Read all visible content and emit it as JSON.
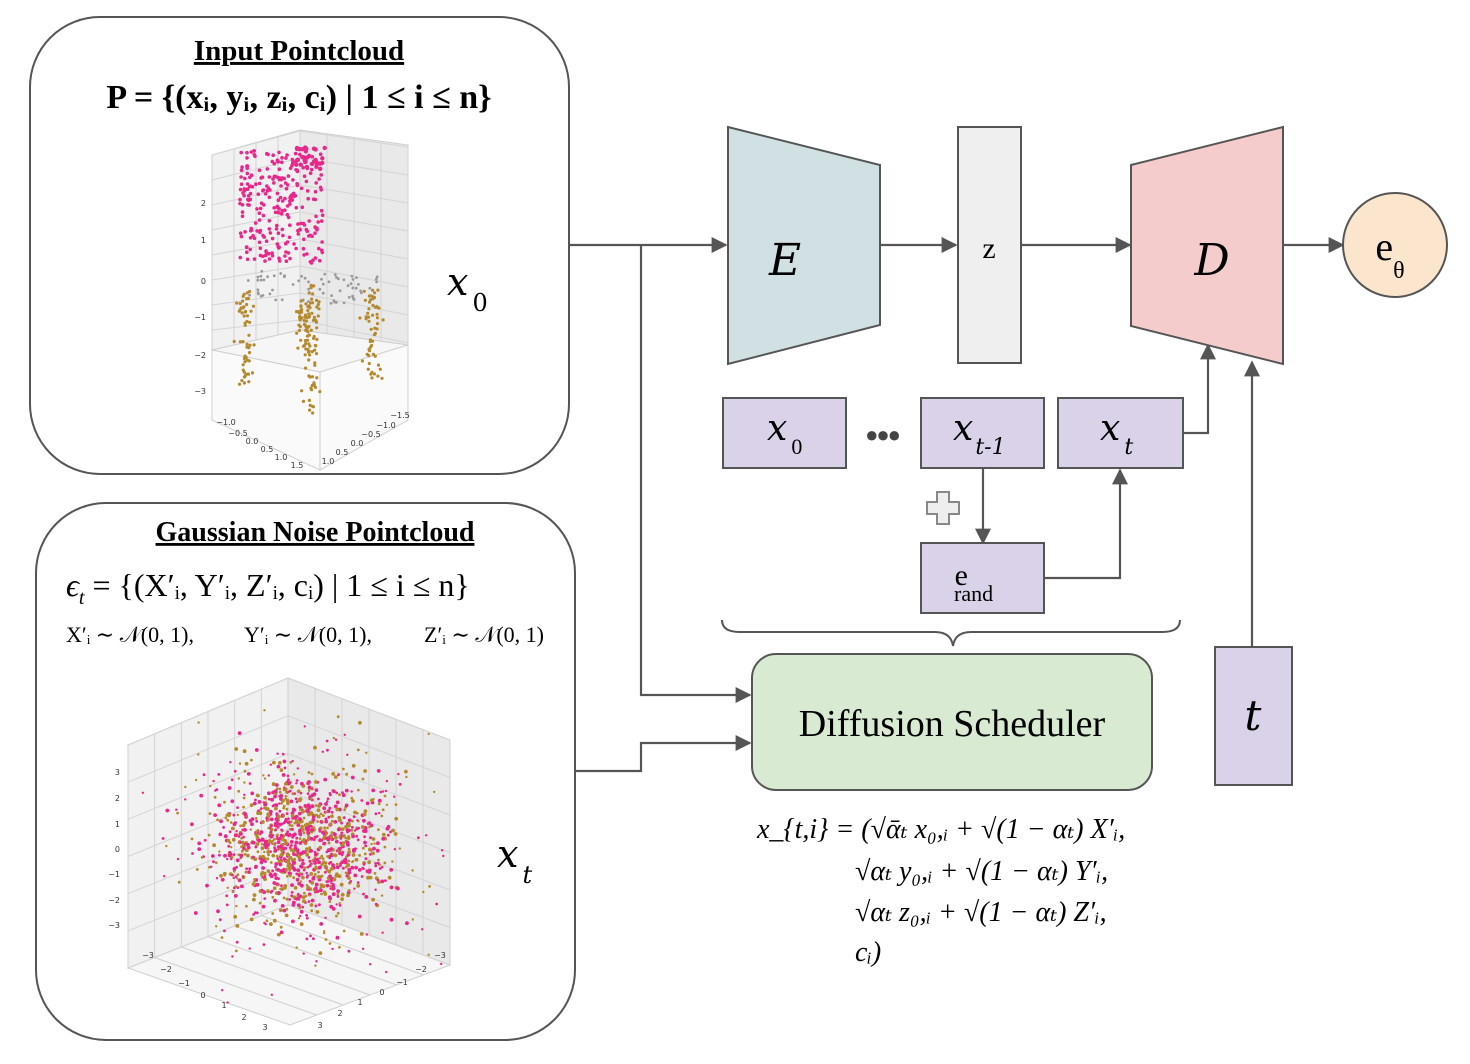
{
  "input_panel": {
    "title": "Input Pointcloud",
    "formula": "P = {(xᵢ, yᵢ, zᵢ, cᵢ) | 1 ≤ i ≤ n}",
    "label_var": "x",
    "label_sub": "0",
    "z_ticks": [
      "2",
      "1",
      "0",
      "−1",
      "−2",
      "−3"
    ],
    "x_ticks": [
      "−1.0",
      "−0.5",
      "0.0",
      "0.5",
      "1.0",
      "1.5"
    ],
    "y_ticks": [
      "−1.5",
      "−1.0",
      "−0.5",
      "0.0",
      "0.5",
      "1.0"
    ]
  },
  "noise_panel": {
    "title": "Gaussian Noise Pointcloud",
    "formula_eps": "ϵ",
    "formula_eps_sub": "t",
    "formula_rest": " = {(X′ᵢ, Y′ᵢ, Z′ᵢ, cᵢ) | 1 ≤ i ≤ n}",
    "dist1": "X′ᵢ ∼ 𝒩(0, 1),",
    "dist2": "Y′ᵢ ∼ 𝒩(0, 1),",
    "dist3": "Z′ᵢ ∼ 𝒩(0, 1)",
    "label_var": "x",
    "label_sub": "t",
    "z_ticks": [
      "3",
      "2",
      "1",
      "0",
      "−1",
      "−2",
      "−3"
    ],
    "x_ticks": [
      "−3",
      "−2",
      "−1",
      "0",
      "1",
      "2",
      "3"
    ],
    "y_ticks": [
      "−3",
      "−2",
      "−1",
      "0",
      "1",
      "2",
      "3"
    ]
  },
  "blocks": {
    "encoder": "E",
    "latent": "z",
    "decoder": "D",
    "output_main": "e",
    "output_sub": "θ",
    "x0_var": "x",
    "x0_sub": "0",
    "ellipsis": "●●●",
    "xt1_var": "x",
    "xt1_sub": "t-1",
    "xt_var": "x",
    "xt_sub": "t",
    "erand_main": "e",
    "erand_sub": "rand",
    "plus": "✚",
    "scheduler": "Diffusion Scheduler",
    "timestep": "t"
  },
  "scheduler_formula": [
    "x_{t,i} = (√ᾱₜ x₀,ᵢ + √(1 − αₜ) X′ᵢ,",
    "√αₜ y₀,ᵢ + √(1 − αₜ) Y′ᵢ,",
    "√αₜ z₀,ᵢ + √(1 − αₜ) Z′ᵢ,",
    "cᵢ)"
  ],
  "colors": {
    "encoder_fill": "#d0e0e3",
    "latent_fill": "#efefef",
    "decoder_fill": "#f4cccc",
    "output_fill": "#fce5cd",
    "xbox_fill": "#d9d2e9",
    "scheduler_fill": "#d9ead3",
    "point_pink": "#e8288a",
    "point_gold": "#b58a2e",
    "point_gray": "#9a9a9a"
  }
}
